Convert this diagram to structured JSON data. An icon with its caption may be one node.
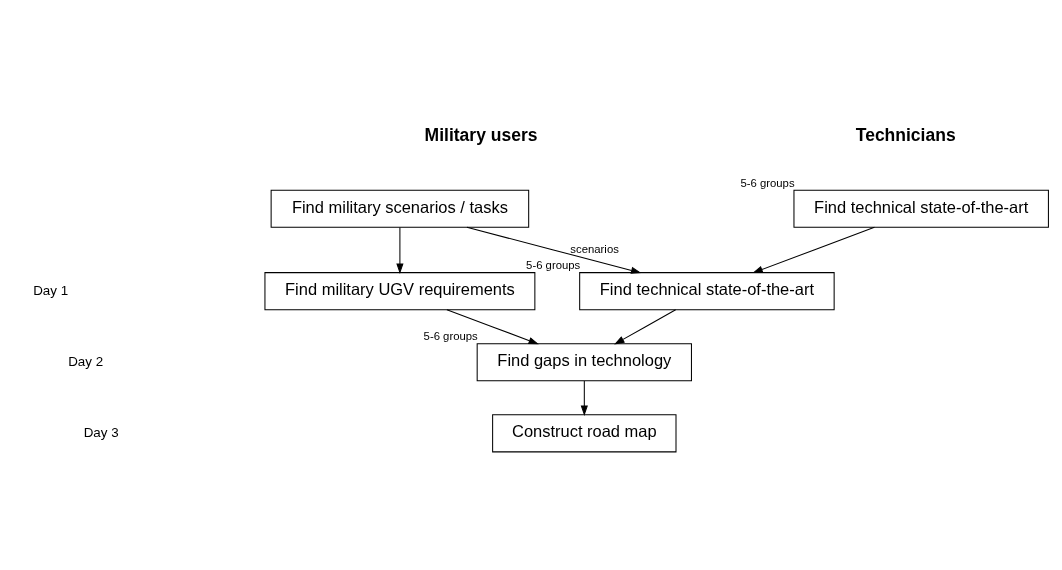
{
  "diagram": {
    "nodes": [
      {
        "text": [
          "Find military scenarios / tasks"
        ]
      },
      {
        "text": [
          "Find technical state-of-the-art"
        ],
        "beside": [
          "5-6 groups"
        ]
      },
      {
        "text": [
          "Find military UGV requirements"
        ]
      },
      {
        "text": [
          "Find technical state-of-the-art"
        ],
        "beside": [
          "5-6 groups"
        ]
      },
      {
        "text": [
          "Find gaps in technology"
        ],
        "beside": [
          "5-6 groups"
        ]
      },
      {
        "text": [
          "Construct road map"
        ]
      }
    ],
    "edges": [
      {
        "from": 0,
        "to": 2,
        "arrow": "to"
      },
      {
        "from": 0,
        "to": 3,
        "arrow": "to",
        "label": "scenarios"
      },
      {
        "from": 1,
        "to": 3,
        "arrow": "to"
      },
      {
        "from": 2,
        "to": 4,
        "arrow": "to"
      },
      {
        "from": 3,
        "to": 4,
        "arrow": "to"
      },
      {
        "from": 4,
        "to": 5,
        "arrow": "to"
      }
    ],
    "labels": [
      "Military users",
      "Technicians",
      "Day 1",
      "Day 2",
      "Day 3"
    ]
  }
}
